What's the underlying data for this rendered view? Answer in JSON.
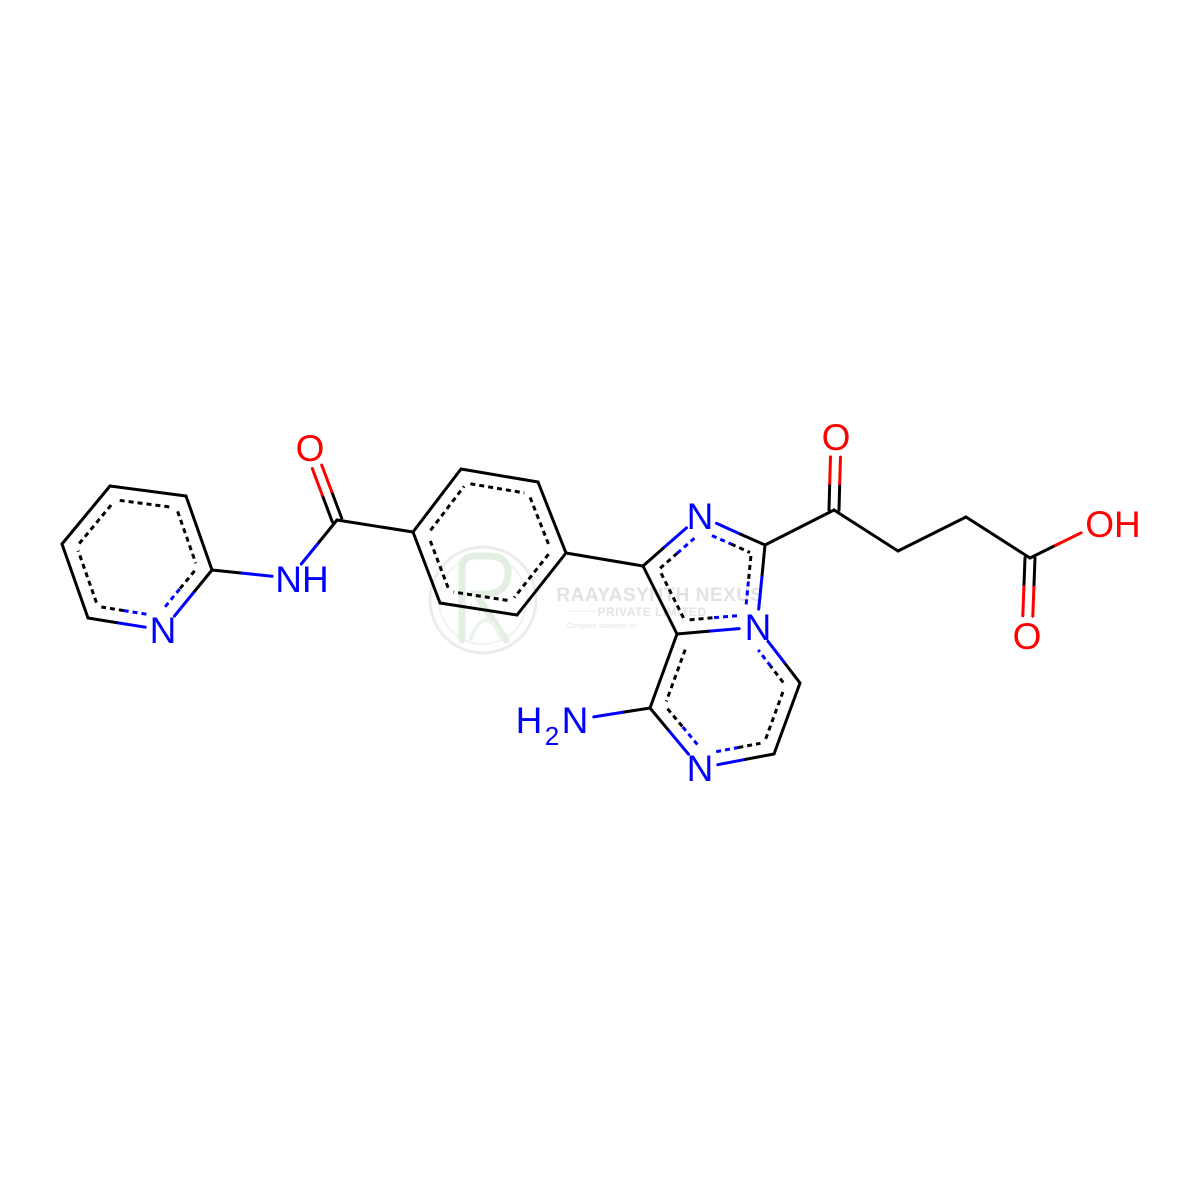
{
  "diagram": {
    "type": "chemical-structure",
    "atom_labels": {
      "pyridine_n": "N",
      "amide_nh": "NH",
      "amide_o": "O",
      "imidazole_n": "N",
      "bridgehead_n": "N",
      "amine_h": "H",
      "amine_sub": "2",
      "amine_n": "N",
      "pyrazine_n": "N",
      "ketone_o": "O",
      "acid_oh": "OH",
      "acid_o": "O"
    }
  },
  "colors": {
    "carbon": "#000000",
    "nitrogen": "#0000ff",
    "oxygen": "#ff0000",
    "background": "#ffffff"
  },
  "watermark": {
    "name": "RAAYASYNTH NEXUS",
    "subtitle": "PRIVATE LIMITED",
    "tagline": "Complete solutions for"
  }
}
